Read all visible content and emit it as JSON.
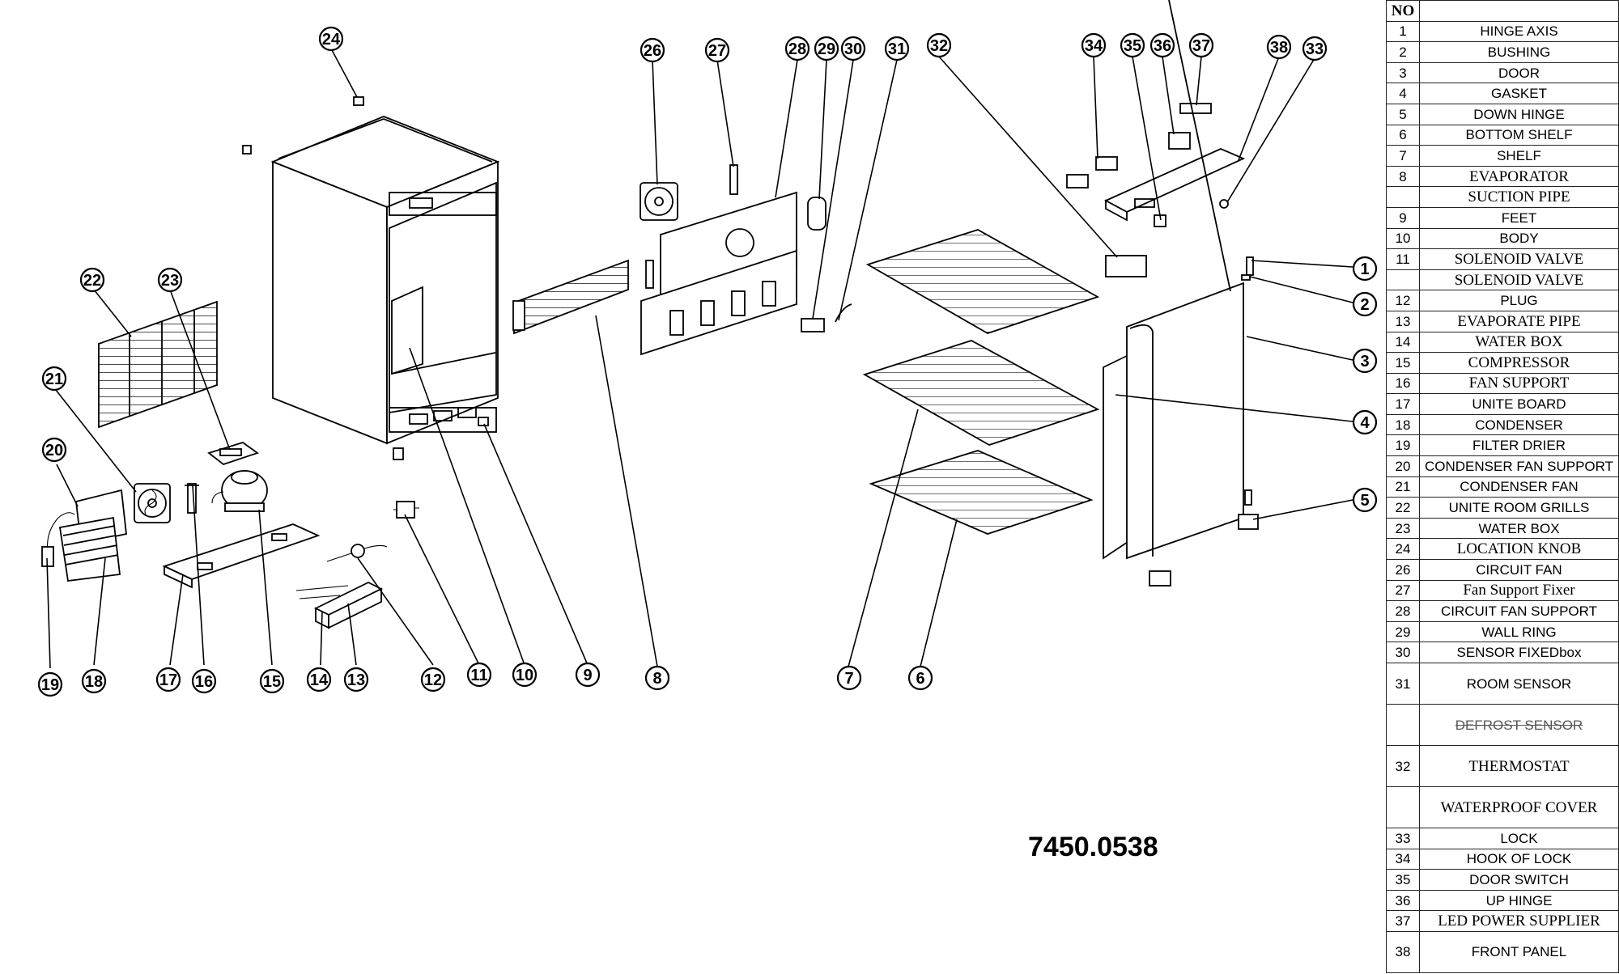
{
  "diagram": {
    "callouts": [
      "1",
      "2",
      "3",
      "4",
      "5",
      "6",
      "7",
      "8",
      "9",
      "10",
      "11",
      "12",
      "13",
      "14",
      "15",
      "16",
      "17",
      "18",
      "19",
      "20",
      "21",
      "22",
      "23",
      "24",
      "26",
      "27",
      "28",
      "29",
      "30",
      "31",
      "32",
      "33",
      "34",
      "35",
      "36",
      "37",
      "38"
    ]
  },
  "model_number": "7450.0538",
  "parts_table": {
    "header_no": "NO",
    "header_name": "",
    "rows": [
      {
        "no": "1",
        "name": "HINGE AXIS"
      },
      {
        "no": "2",
        "name": "BUSHING"
      },
      {
        "no": "3",
        "name": "DOOR"
      },
      {
        "no": "4",
        "name": "GASKET"
      },
      {
        "no": "5",
        "name": "DOWN HINGE"
      },
      {
        "no": "6",
        "name": "BOTTOM SHELF"
      },
      {
        "no": "7",
        "name": "SHELF"
      },
      {
        "no": "8",
        "name": "EVAPORATOR"
      },
      {
        "no": "",
        "name": "SUCTION PIPE"
      },
      {
        "no": "9",
        "name": "FEET"
      },
      {
        "no": "10",
        "name": "BODY"
      },
      {
        "no": "11",
        "name": "SOLENOID VALVE"
      },
      {
        "no": "",
        "name": "SOLENOID VALVE"
      },
      {
        "no": "12",
        "name": "PLUG"
      },
      {
        "no": "13",
        "name": "EVAPORATE PIPE"
      },
      {
        "no": "14",
        "name": "WATER BOX"
      },
      {
        "no": "15",
        "name": "COMPRESSOR"
      },
      {
        "no": "16",
        "name": "FAN SUPPORT"
      },
      {
        "no": "17",
        "name": "UNITE BOARD"
      },
      {
        "no": "18",
        "name": "CONDENSER"
      },
      {
        "no": "19",
        "name": "FILTER DRIER"
      },
      {
        "no": "20",
        "name": "CONDENSER FAN SUPPORT"
      },
      {
        "no": "21",
        "name": "CONDENSER FAN"
      },
      {
        "no": "22",
        "name": "UNITE ROOM GRILLS"
      },
      {
        "no": "23",
        "name": "WATER BOX"
      },
      {
        "no": "24",
        "name": "LOCATION KNOB"
      },
      {
        "no": "26",
        "name": "CIRCUIT FAN"
      },
      {
        "no": "27",
        "name": "Fan Support Fixer"
      },
      {
        "no": "28",
        "name": "CIRCUIT FAN SUPPORT"
      },
      {
        "no": "29",
        "name": "WALL RING"
      },
      {
        "no": "30",
        "name": "SENSOR FIXEDbox"
      },
      {
        "no": "31",
        "name": "ROOM SENSOR"
      },
      {
        "no": "",
        "name": "DEFROST SENSOR"
      },
      {
        "no": "32",
        "name": "THERMOSTAT"
      },
      {
        "no": "",
        "name": "WATERPROOF COVER"
      },
      {
        "no": "33",
        "name": "LOCK"
      },
      {
        "no": "34",
        "name": "HOOK OF LOCK"
      },
      {
        "no": "35",
        "name": "DOOR SWITCH"
      },
      {
        "no": "36",
        "name": "UP HINGE"
      },
      {
        "no": "37",
        "name": "LED POWER SUPPLIER"
      },
      {
        "no": "38",
        "name": "FRONT PANEL"
      }
    ]
  }
}
